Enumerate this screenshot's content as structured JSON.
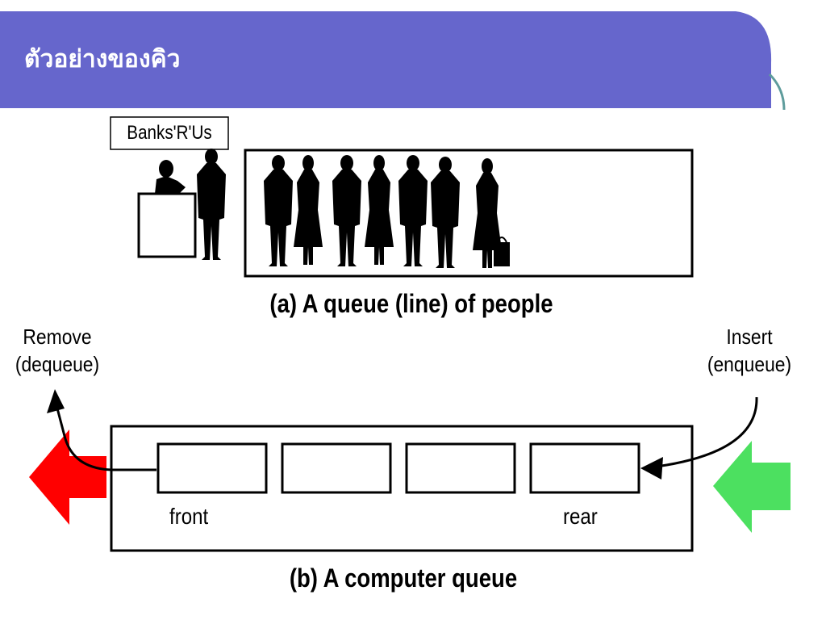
{
  "slide": {
    "title": "ตัวอย่างของคิว",
    "header_color": "#6666CC",
    "accent_curve_color": "#5E9C9C"
  },
  "people_queue": {
    "bank_sign": "Banks'R'Us",
    "caption": "(a) A queue (line) of people",
    "people_in_line": 7
  },
  "computer_queue": {
    "caption": "(b) A computer queue",
    "front_label": "front",
    "rear_label": "rear",
    "slots": [
      "",
      "",
      "",
      ""
    ],
    "remove_label_line1": "Remove",
    "remove_label_line2": "(dequeue)",
    "insert_label_line1": "Insert",
    "insert_label_line2": "(enqueue)",
    "remove_arrow_color": "#FF0000",
    "insert_arrow_color": "#4CE060"
  }
}
